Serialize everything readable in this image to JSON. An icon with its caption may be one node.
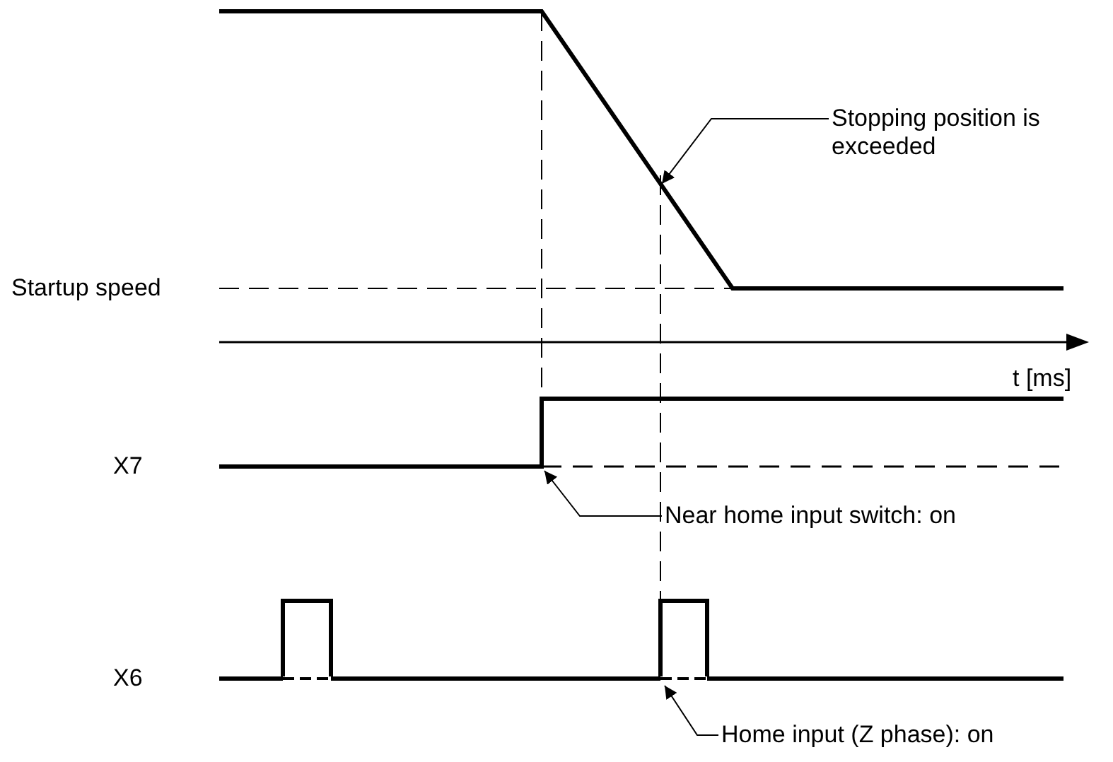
{
  "diagram": {
    "nodes": [
      {
        "text": [
          "Stopping position is exceeded"
        ]
      },
      {
        "text": [
          "Near home input switch: on"
        ]
      },
      {
        "text": [
          "Home input (Z phase): on"
        ]
      }
    ],
    "edges": [
      {
        "from": 0,
        "to": null,
        "arrow": "to"
      },
      {
        "from": 1,
        "to": null,
        "arrow": "to"
      },
      {
        "from": 2,
        "to": null,
        "arrow": "to"
      }
    ],
    "labels": [
      "Startup speed",
      "t [ms]",
      "X7",
      "X6"
    ]
  }
}
